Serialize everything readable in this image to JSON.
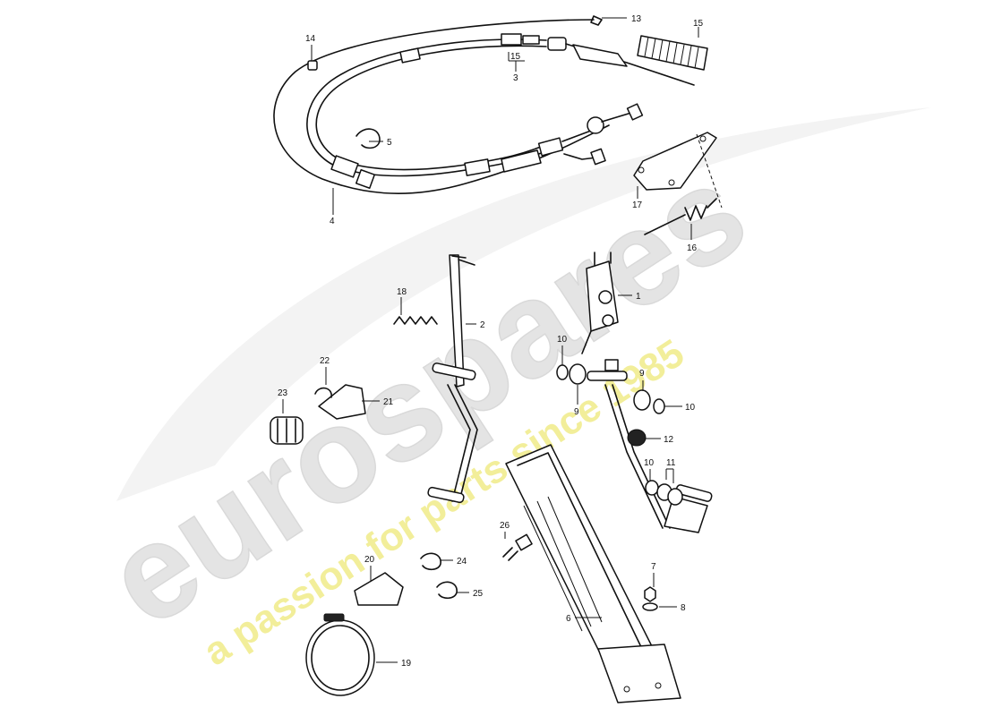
{
  "watermark": {
    "brand": "eurospares",
    "tagline": "a passion for parts since 1985",
    "brand_color": "#e4e4e4",
    "tagline_color": "#f2ee9a"
  },
  "callouts": {
    "c1": "1",
    "c2": "2",
    "c3": "3",
    "c4": "4",
    "c5": "5",
    "c6": "6",
    "c7": "7",
    "c8": "8",
    "c9a": "9",
    "c9b": "9",
    "c10a": "10",
    "c10b": "10",
    "c10c": "10",
    "c11": "11",
    "c12": "12",
    "c13": "13",
    "c14": "14",
    "c15a": "15",
    "c15b": "15",
    "c16": "16",
    "c17": "17",
    "c18": "18",
    "c19": "19",
    "c20": "20",
    "c21": "21",
    "c22": "22",
    "c23": "23",
    "c24": "24",
    "c25": "25",
    "c26": "26"
  }
}
